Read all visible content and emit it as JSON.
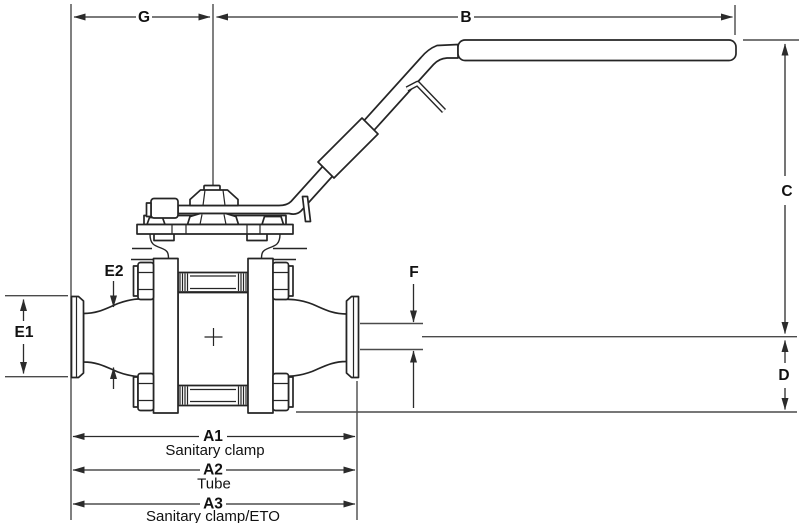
{
  "figure": {
    "type": "technical-drawing",
    "subject": "Sanitary clamp ball valve with locking lever handle - dimensional outline drawing",
    "background_color": "#ffffff",
    "line_color": "#252525",
    "dimension_line_color": "#2b2b2b",
    "text_color": "#111111",
    "dimensions": {
      "G": {
        "label": "G"
      },
      "B": {
        "label": "B"
      },
      "C": {
        "label": "C"
      },
      "D": {
        "label": "D"
      },
      "E1": {
        "label": "E1"
      },
      "E2": {
        "label": "E2"
      },
      "F": {
        "label": "F"
      },
      "A1": {
        "label": "A1",
        "sublabel": "Sanitary clamp"
      },
      "A2": {
        "label": "A2",
        "sublabel": "Tube"
      },
      "A3": {
        "label": "A3",
        "sublabel": "Sanitary clamp/ETO"
      }
    }
  }
}
